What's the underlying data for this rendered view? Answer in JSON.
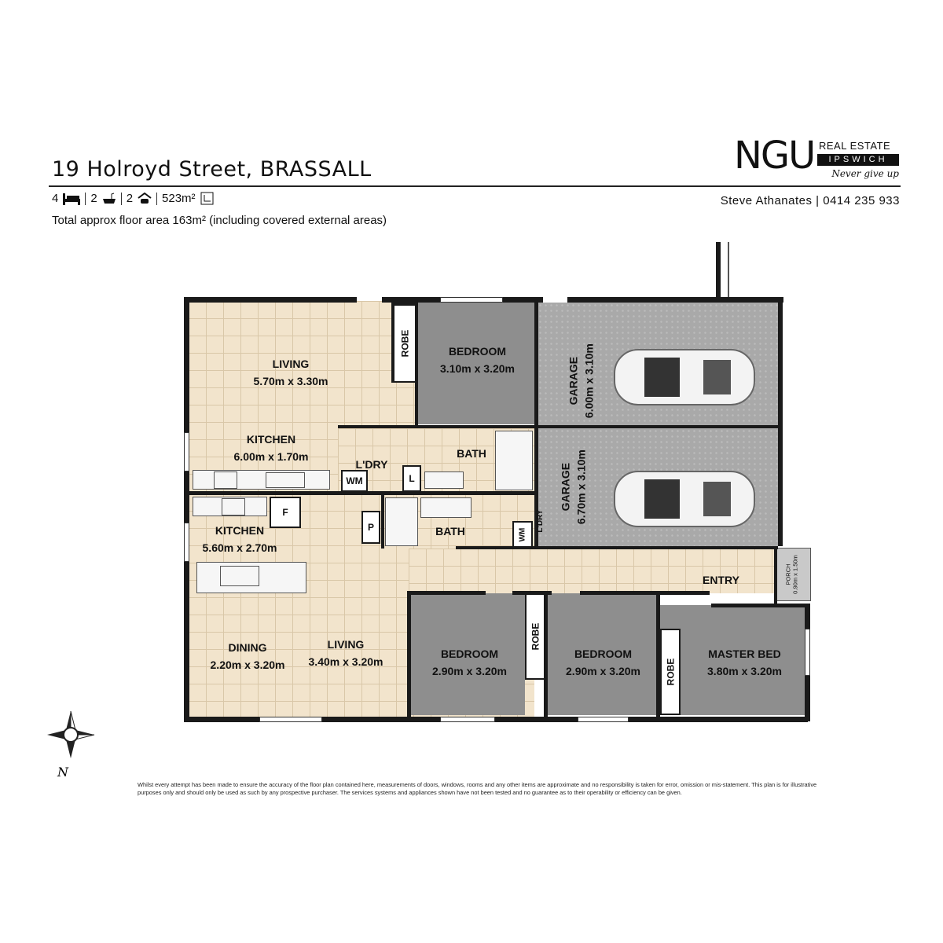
{
  "header": {
    "address": "19 Holroyd Street, BRASSALL",
    "bedrooms": "4",
    "bathrooms": "2",
    "car_spaces": "2",
    "land_area": "523m²",
    "floor_area_text": "Total approx floor area 163m² (including covered external areas)",
    "agent": "Steve Athanates | 0414 235 933"
  },
  "logo": {
    "name": "NGU",
    "line1": "REAL ESTATE",
    "line2": "IPSWICH",
    "tagline": "Never give up"
  },
  "rooms": {
    "living_top": {
      "name": "LIVING",
      "size": "5.70m x 3.30m"
    },
    "kitchen_top": {
      "name": "KITCHEN",
      "size": "6.00m x 1.70m"
    },
    "bedroom_top": {
      "name": "BEDROOM",
      "size": "3.10m x 3.20m"
    },
    "garage_top": {
      "name": "GARAGE",
      "size": "6.00m x 3.10m"
    },
    "garage_bottom": {
      "name": "GARAGE",
      "size": "6.70m x 3.10m"
    },
    "laundry_top": {
      "name": "L'DRY"
    },
    "bath_top": {
      "name": "BATH"
    },
    "bath_bottom": {
      "name": "BATH"
    },
    "laundry_bottom": {
      "name": "L'DRY"
    },
    "kitchen_bottom": {
      "name": "KITCHEN",
      "size": "5.60m x 2.70m"
    },
    "dining": {
      "name": "DINING",
      "size": "2.20m x 3.20m"
    },
    "living_bottom": {
      "name": "LIVING",
      "size": "3.40m x 3.20m"
    },
    "bedroom_2": {
      "name": "BEDROOM",
      "size": "2.90m x 3.20m"
    },
    "bedroom_3": {
      "name": "BEDROOM",
      "size": "2.90m x 3.20m"
    },
    "master": {
      "name": "MASTER BED",
      "size": "3.80m x 3.20m"
    },
    "entry": {
      "name": "ENTRY"
    },
    "porch": {
      "name": "PORCH",
      "size": "0.90m x 1.50m"
    }
  },
  "fixtures": {
    "robe": "ROBE",
    "wm": "WM",
    "linen": "L",
    "fridge": "F",
    "pantry": "P"
  },
  "compass": {
    "north": "N"
  },
  "disclaimer": "Whilst every attempt has been made to ensure the accuracy of the floor plan contained here, measurements of doors, windows, rooms and any other items are approximate and no responsibility is taken for error, omission or mis-statement. This plan is for illustrative purposes only and should only be used as such by any prospective purchaser. The services systems and appliances shown have not been tested and no guarantee as to their operability or efficiency can be given."
}
